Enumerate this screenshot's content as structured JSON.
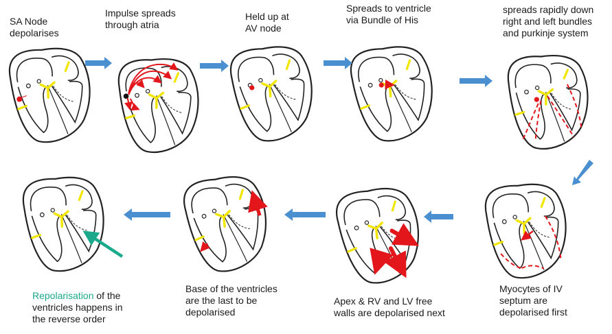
{
  "steps": [
    {
      "caption": "SA Node\ndepolarises"
    },
    {
      "caption": "Impulse spreads\nthrough atria"
    },
    {
      "caption": "Held up at\nAV node"
    },
    {
      "caption": "Spreads to ventricle\nvia Bundle of His"
    },
    {
      "caption": "spreads rapidly down\nright and left bundles\nand purkinje system"
    },
    {
      "caption": "Myocytes of IV\nseptum are\ndepolarised first"
    },
    {
      "caption": "Apex & RV and LV free\nwalls are depolarised next"
    },
    {
      "caption": "Base of the ventricles\nare the last to be\ndepolarised"
    },
    {
      "caption_highlight": "Repolarisation",
      "caption_rest": " of the\nventricles happens in\nthe reverse order"
    }
  ],
  "colors": {
    "flow_arrow": "#4a8fd0",
    "impulse": "#e3161b",
    "conduction": "#f2e600",
    "repolarisation": "#1aa98a",
    "outline": "#222222"
  }
}
